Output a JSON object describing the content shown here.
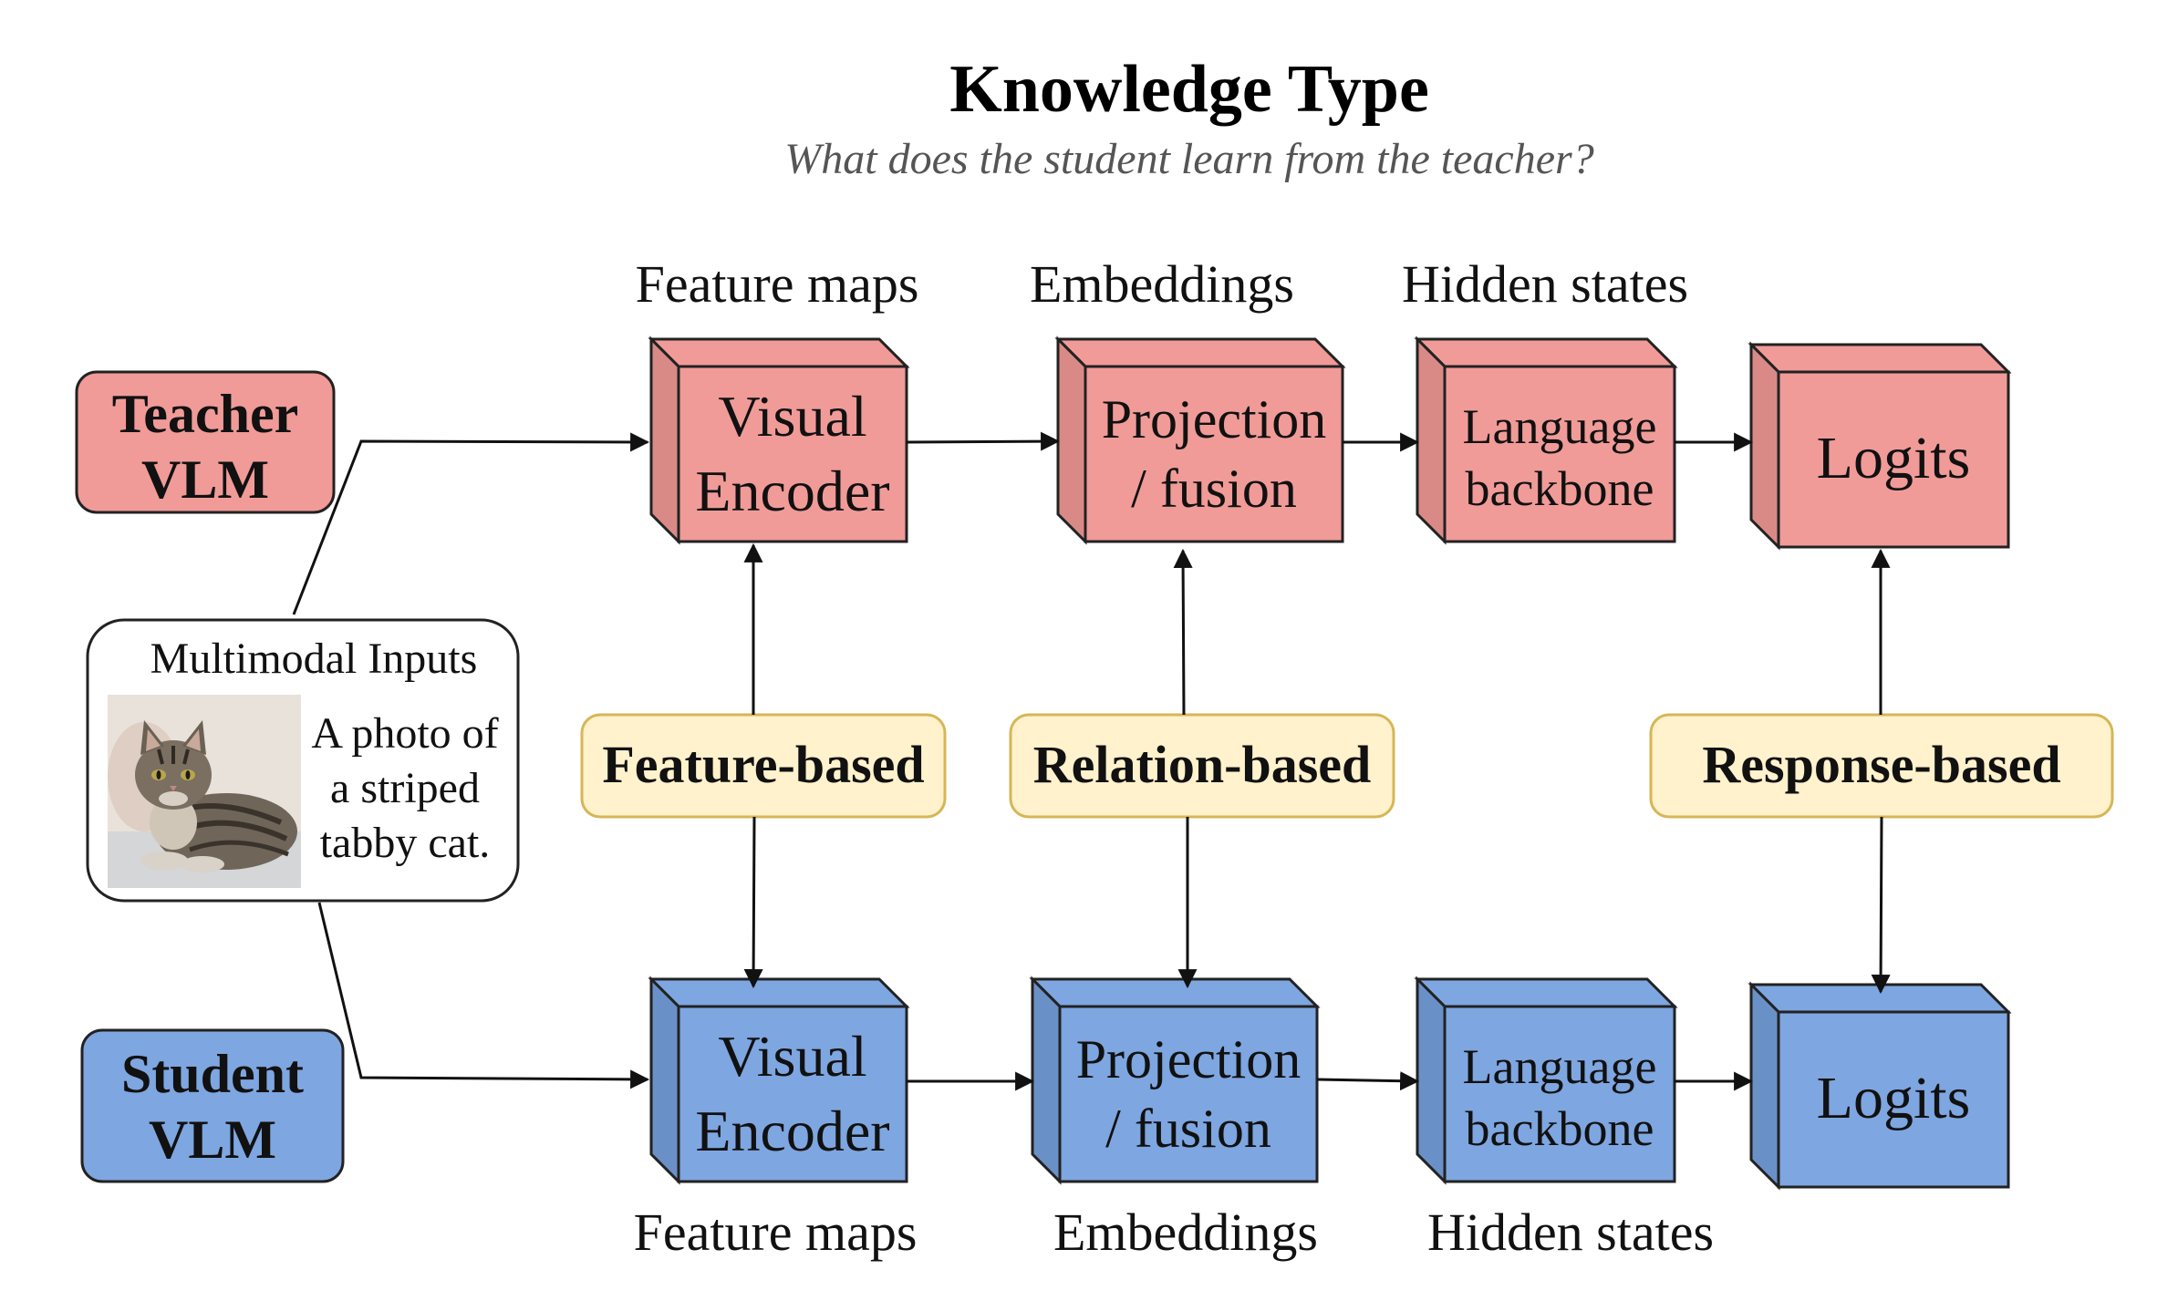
{
  "title": "Knowledge Type",
  "subtitle": "What does the student learn from the teacher?",
  "colors": {
    "teacher_fill": "#f09b98",
    "teacher_side": "#d98a87",
    "student_fill": "#7ea6e0",
    "student_side": "#6a90c8",
    "method_fill": "#fff2cc",
    "method_border": "#d6b656"
  },
  "teacher": {
    "label_line1": "Teacher",
    "label_line2": "VLM",
    "stages": {
      "encoder": {
        "line1": "Visual",
        "line2": "Encoder",
        "caption": "Feature maps"
      },
      "projection": {
        "line1": "Projection",
        "line2": "/ fusion",
        "caption": "Embeddings"
      },
      "backbone": {
        "line1": "Language",
        "line2": "backbone",
        "caption": "Hidden states"
      },
      "logits": {
        "line1": "Logits"
      }
    }
  },
  "student": {
    "label_line1": "Student",
    "label_line2": "VLM",
    "stages": {
      "encoder": {
        "line1": "Visual",
        "line2": "Encoder",
        "caption": "Feature maps"
      },
      "projection": {
        "line1": "Projection",
        "line2": "/ fusion",
        "caption": "Embeddings"
      },
      "backbone": {
        "line1": "Language",
        "line2": "backbone",
        "caption": "Hidden states"
      },
      "logits": {
        "line1": "Logits"
      }
    }
  },
  "inputs": {
    "title": "Multimodal Inputs",
    "caption_line1": "A photo of",
    "caption_line2": "a striped",
    "caption_line3": "tabby cat.",
    "photo_icon": "tabby-cat-photo"
  },
  "methods": {
    "feature": "Feature-based",
    "relation": "Relation-based",
    "response": "Response-based"
  }
}
